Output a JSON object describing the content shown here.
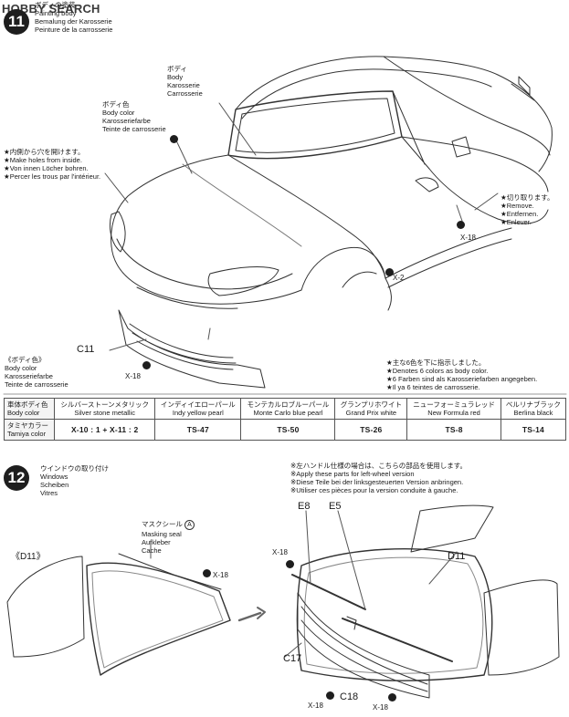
{
  "watermark": "HOBBY SEARCH",
  "step11": {
    "number": "11",
    "title_jp": "ボディの塗装",
    "title_en": "Painting body",
    "title_de": "Bemalung der Karosserie",
    "title_fr": "Peinture de la carrosserie",
    "body_label": [
      "ボディ",
      "Body",
      "Karosserie",
      "Carrosserie"
    ],
    "body_color_label": [
      "ボディ色",
      "Body color",
      "Karosseriefarbe",
      "Teinte de carrosserie"
    ],
    "holes_note": [
      "★内側から穴を開けます。",
      "★Make holes from inside.",
      "★Von innen Löcher bohren.",
      "★Percer les trous par l'intérieur."
    ],
    "cut_note": [
      "★切り取ります。",
      "★Remove.",
      "★Entfernen.",
      "★Enlever."
    ],
    "parts": {
      "c11": "C11",
      "x18_a": "X-18",
      "x18_b": "X-18",
      "x2": "X-2"
    },
    "body_color_section": [
      "《ボディ色》",
      "Body color",
      "Karosseriefarbe",
      "Teinte de carrosserie"
    ],
    "colors_note": [
      "★主な6色を下に指示しました。",
      "★Denotes 6 colors as body color.",
      "★6 Farben sind als Karosseriefarben angegeben.",
      "★Il ya 6 teintes de carrosserie."
    ]
  },
  "color_table": {
    "row_label": [
      "車体ボディ色",
      "Body color"
    ],
    "paint_label": [
      "タミヤカラー",
      "Tamiya color"
    ],
    "columns": [
      {
        "jp": "シルバーストーンメタリック",
        "en": "Silver stone metallic",
        "value": "X-10 : 1 + X-11 : 2"
      },
      {
        "jp": "インディイエローパール",
        "en": "Indy yellow pearl",
        "value": "TS-47"
      },
      {
        "jp": "モンテカルロブルーパール",
        "en": "Monte Carlo blue pearl",
        "value": "TS-50"
      },
      {
        "jp": "グランプリホワイト",
        "en": "Grand Prix white",
        "value": "TS-26"
      },
      {
        "jp": "ニューフォーミュラレッド",
        "en": "New Formula red",
        "value": "TS-8"
      },
      {
        "jp": "ベルリナブラック",
        "en": "Berlina black",
        "value": "TS-14"
      }
    ]
  },
  "step12": {
    "number": "12",
    "title_jp": "ウインドウの取り付け",
    "title_en": "Windows",
    "title_de": "Scheiben",
    "title_fr": "Vitres",
    "lhd_note": [
      "※左ハンドル仕様の場合は、こちらの部品を使用します。",
      "※Apply these parts for left-wheel version",
      "※Diese Teile bei der linksgesteuerten Version anbringen.",
      "※Utiliser ces pièces pour la version conduite à gauche."
    ],
    "mask_label": [
      "マスクシール",
      "Masking seal",
      "Aufkleber",
      "Cache"
    ],
    "mask_tag": "A",
    "parts": {
      "d11_left": "《D11》",
      "d11": "D11",
      "e8": "E8",
      "e5": "E5",
      "c17": "C17",
      "c18": "C18",
      "x18_a": "X-18",
      "x18_b": "X-18",
      "x18_c": "X-18",
      "x18_d": "X-18"
    }
  }
}
